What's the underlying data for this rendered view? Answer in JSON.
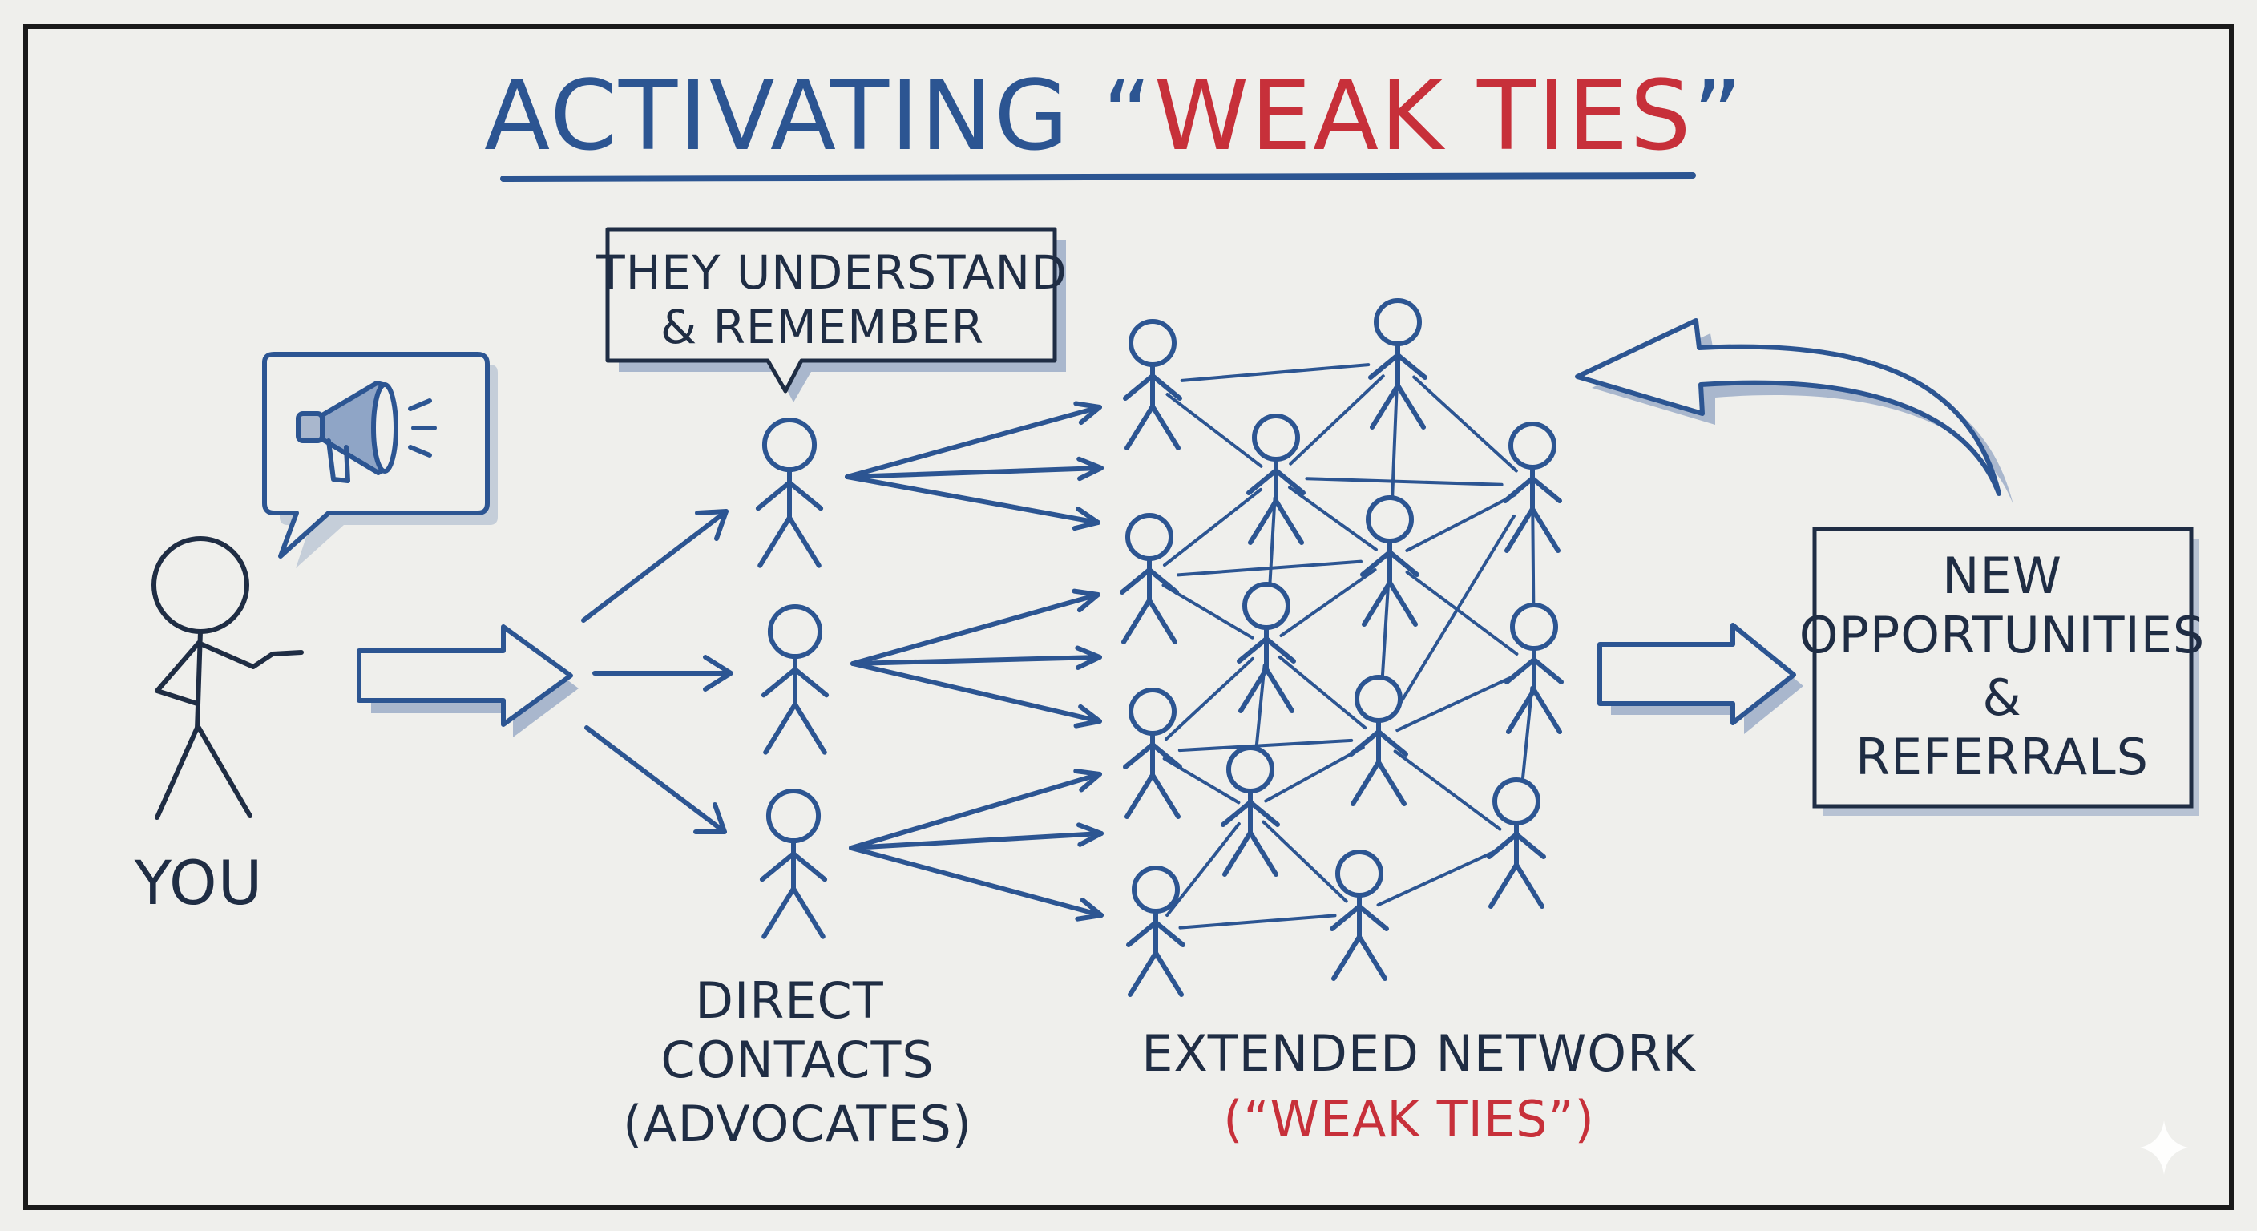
{
  "title": {
    "prefix": "ACTIVATING ",
    "quote_open": "“",
    "accent": "WEAK TIES",
    "quote_close": "”"
  },
  "you_label": "YOU",
  "callout": {
    "line1": "THEY UNDERSTAND",
    "line2": "& REMEMBER"
  },
  "direct_contacts": {
    "line1": "DIRECT",
    "line2": "CONTACTS",
    "line3": "(ADVOCATES)"
  },
  "extended_network": {
    "line1": "EXTENDED NETWORK",
    "line2": "(“WEAK TIES”)"
  },
  "outcome_box": {
    "line1": "NEW",
    "line2": "OPPORTUNITIES",
    "line3": "&",
    "line4": "REFERRALS"
  },
  "icons": [
    "megaphone-icon",
    "speech-bubble-icon",
    "stick-figure-icon",
    "arrow-icon",
    "curved-arrow-icon"
  ],
  "colors": {
    "background": "#efefec",
    "ink": "#1f2d44",
    "blue": "#2c5592",
    "red": "#c7303a",
    "shadow": "#a9b7cd"
  }
}
